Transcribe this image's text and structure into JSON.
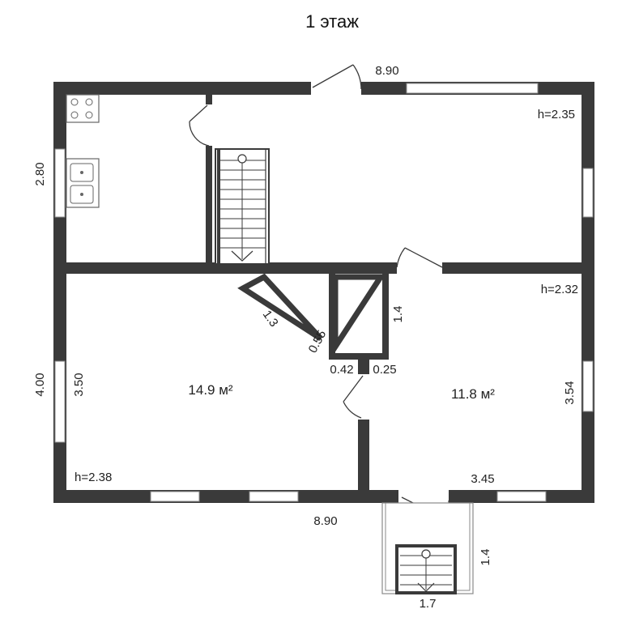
{
  "title": "1 этаж",
  "rooms": [
    {
      "id": "left",
      "area": "14.9 м²"
    },
    {
      "id": "right",
      "area": "11.8 м²"
    }
  ],
  "dimensions": {
    "top_width": "8.90",
    "bottom_width": "8.90",
    "left_upper": "2.80",
    "left_lower": "4.00",
    "left_room_height": "3.50",
    "right_room_height": "3.54",
    "right_room_bottom": "3.45",
    "closet_diag": "1.3",
    "closet_gap": "0.55",
    "closet_height": "1.4",
    "wall_a": "0.42",
    "wall_b": "0.25",
    "porch_height": "1.4",
    "porch_width": "1.7"
  },
  "ceiling_heights": {
    "upper": "h=2.35",
    "right": "h=2.32",
    "left": "h=2.38"
  }
}
